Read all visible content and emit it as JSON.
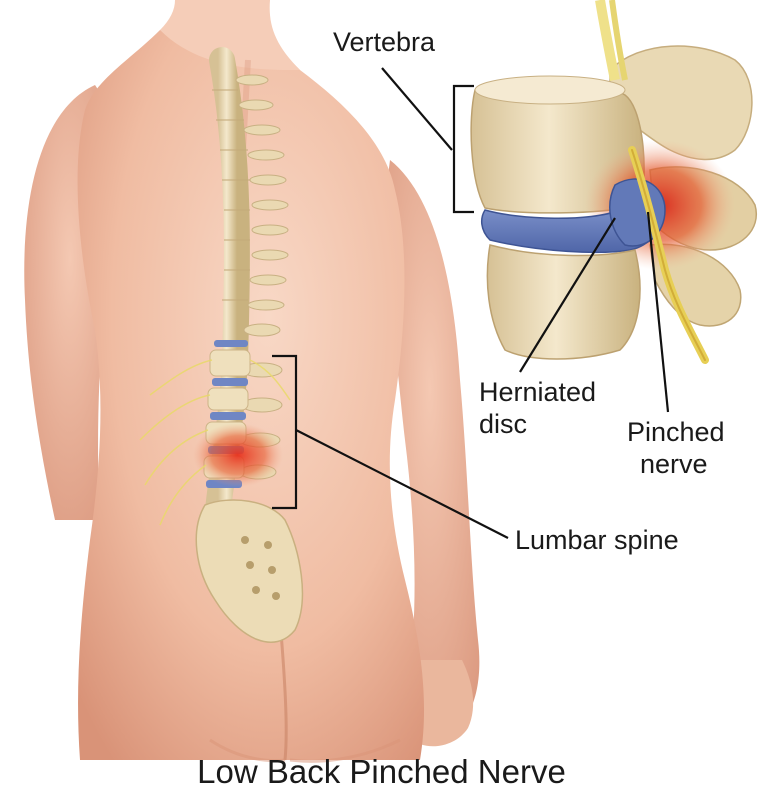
{
  "title": "Low Back Pinched Nerve",
  "labels": {
    "vertebra": "Vertebra",
    "herniated_disc_line1": "Herniated",
    "herniated_disc_line2": "disc",
    "pinched_nerve_line1": "Pinched",
    "pinched_nerve_line2": "nerve",
    "lumbar_spine": "Lumbar spine"
  },
  "colors": {
    "skin": "#f2c0a8",
    "skin_shadow": "#dc9a80",
    "bone": "#efe0bd",
    "bone_shadow": "#cfb98e",
    "disc": "#6f86c4",
    "inflammation": "#e0412b",
    "nerve": "#e9d96a",
    "line": "#111111"
  }
}
